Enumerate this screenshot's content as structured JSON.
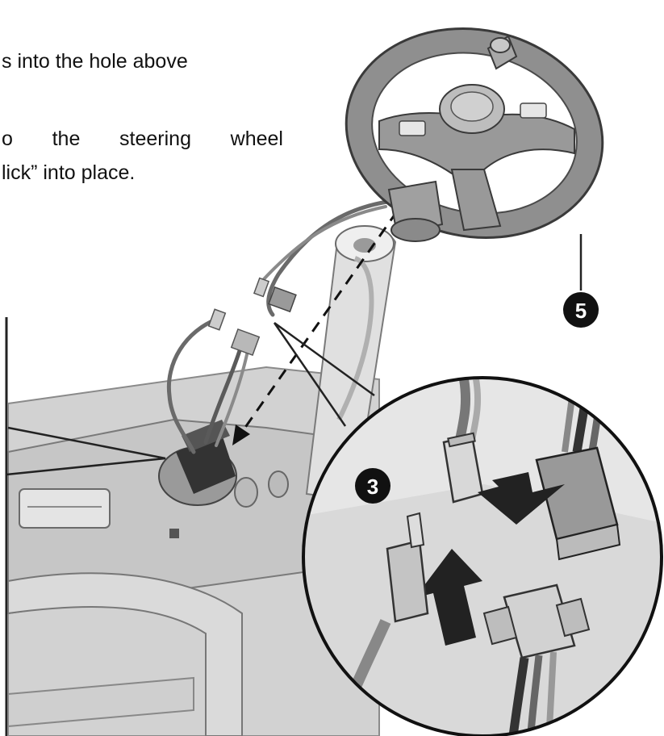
{
  "instructions": {
    "line1": "s into the hole above",
    "line2": "o the steering wheel",
    "line3": "lick” into place."
  },
  "callouts": {
    "steering_wheel": "5",
    "connectors": "3"
  },
  "colors": {
    "ink": "#111111",
    "part_gray": "#bdbdbd",
    "dash_gray": "#d4d4d4"
  }
}
